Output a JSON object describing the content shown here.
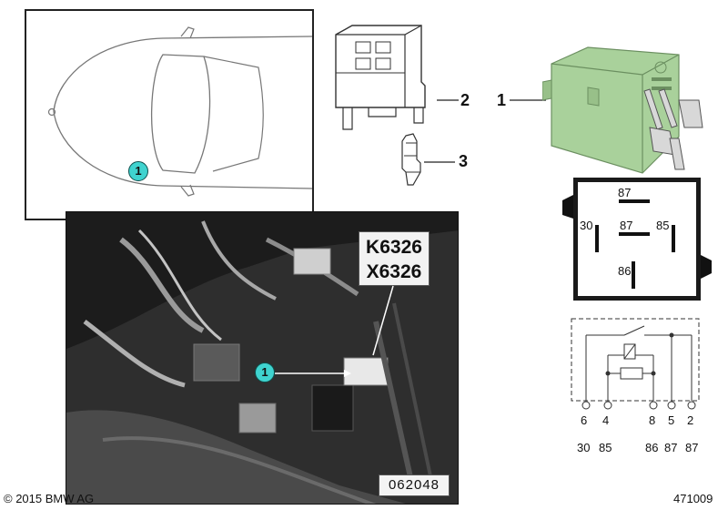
{
  "locator": {
    "badge": "1"
  },
  "photo": {
    "callout_line1": "K6326",
    "callout_line2": "X6326",
    "badge": "1",
    "code": "062048"
  },
  "parts": {
    "relay": "1",
    "socket": "2",
    "contact": "3"
  },
  "relay_terminals": {
    "top": "87",
    "left": "30",
    "center": "87",
    "right": "85",
    "bottom": "86"
  },
  "circuit": {
    "pins": [
      "6",
      "4",
      "8",
      "5",
      "2"
    ],
    "terminals": [
      "30",
      "85",
      "86",
      "87",
      "87"
    ]
  },
  "footer": {
    "copyright": "© 2015 BMW AG",
    "diagram_id": "471009"
  }
}
